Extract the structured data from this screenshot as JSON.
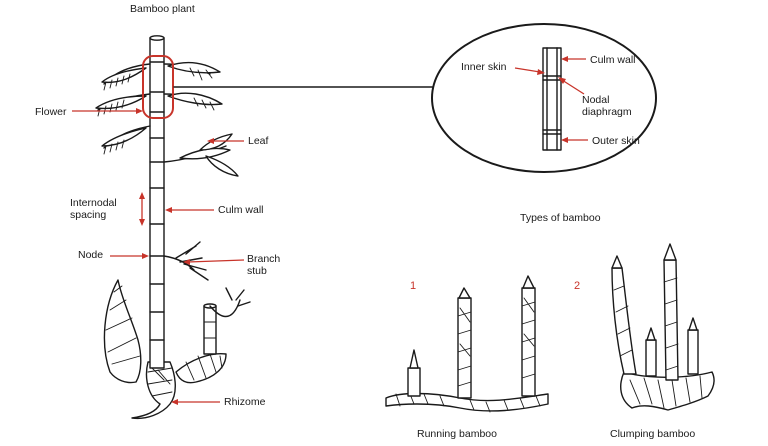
{
  "title": "Bamboo plant",
  "labels": {
    "flower": "Flower",
    "leaf": "Leaf",
    "internodal": "Internodal\nspacing",
    "culm_wall_main": "Culm wall",
    "node": "Node",
    "branch_stub": "Branch\nstub",
    "rhizome": "Rhizome"
  },
  "zoom": {
    "inner_skin": "Inner skin",
    "culm_wall": "Culm wall",
    "nodal_diaphragm": "Nodal\ndiaphragm",
    "outer_skin": "Outer skin"
  },
  "types": {
    "heading": "Types of bamboo",
    "num1": "1",
    "num2": "2",
    "running": "Running bamboo",
    "clumping": "Clumping bamboo"
  },
  "colors": {
    "ink": "#1a1a1a",
    "accent": "#c8342a"
  }
}
